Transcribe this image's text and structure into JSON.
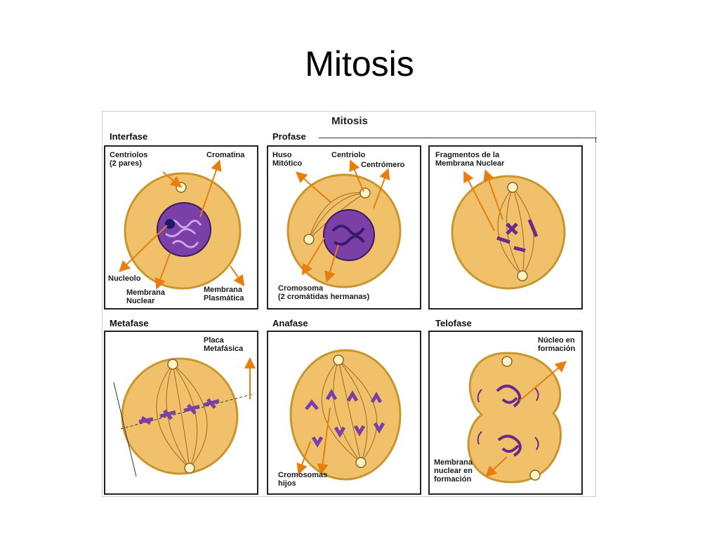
{
  "slide": {
    "title": "Mitosis"
  },
  "figure": {
    "title": "Mitosis",
    "phases": {
      "interfase": {
        "heading": "Interfase",
        "labels": [
          "Centriolos\n(2 pares)",
          "Cromatina",
          "Nucleolo",
          "Membrana\nNuclear",
          "Membrana\nPlasmática"
        ]
      },
      "profase": {
        "heading": "Profase",
        "labels": [
          "Huso\nMitótico",
          "Centriolo",
          "Centrómero",
          "Cromosoma\n(2 cromátidas hermanas)"
        ]
      },
      "prometafase": {
        "heading": "",
        "labels": [
          "Fragmentos de la\nMembrana Nuclear"
        ]
      },
      "metafase": {
        "heading": "Metafase",
        "labels": [
          "Placa\nMetafásica"
        ]
      },
      "anafase": {
        "heading": "Anafase",
        "labels": [
          "Cromosomas\nhijos"
        ]
      },
      "telofase": {
        "heading": "Telofase",
        "labels": [
          "Núcleo en\nformación",
          "Membrana\nnuclear en\nformación"
        ]
      }
    }
  },
  "colors": {
    "cell_fill": "#f0c16a",
    "cell_edge": "#c9962e",
    "chromatin": "#7b3fa8",
    "arrow": "#e87d10",
    "spindle": "#9a6a28"
  }
}
